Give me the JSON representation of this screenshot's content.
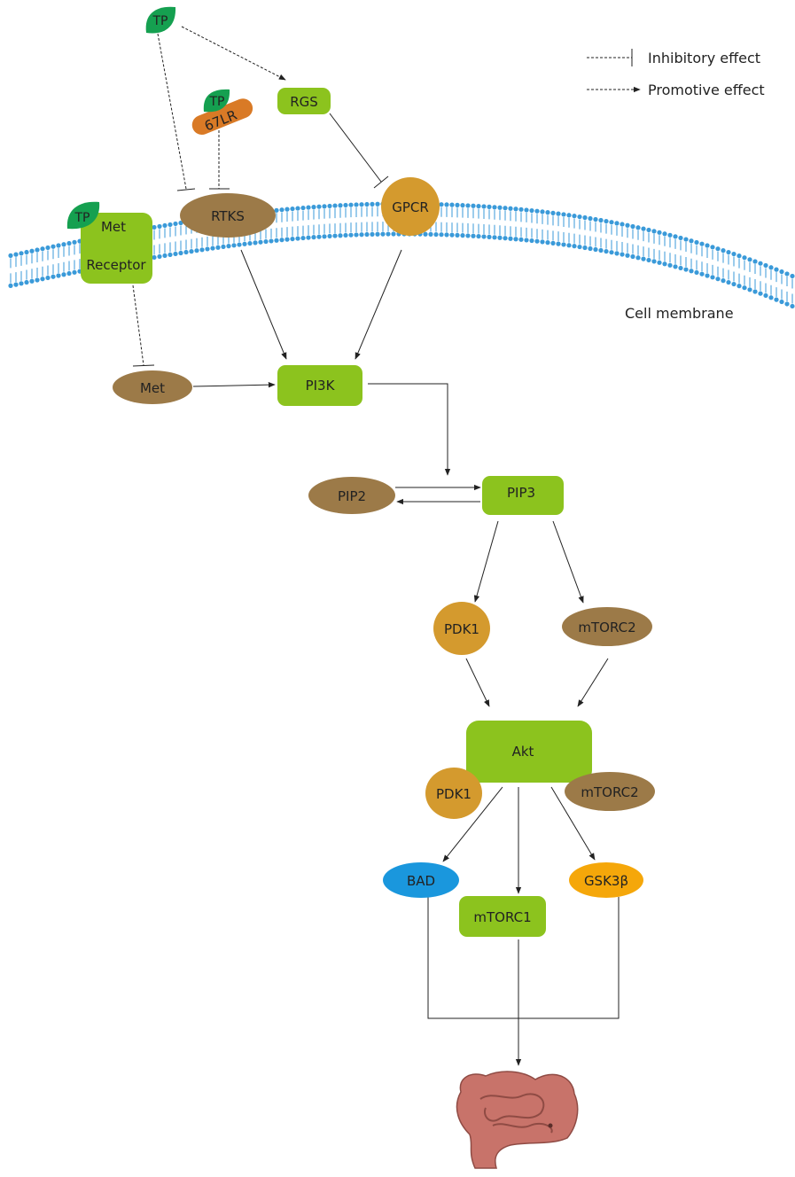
{
  "colors": {
    "green": "#8cc31e",
    "brown": "#9c7a48",
    "gold": "#d49a2e",
    "orange": "#d97a26",
    "blue": "#1a97dd",
    "yellow": "#f5a70a",
    "leaf": "#15a050",
    "membrane": "#3a9ad9",
    "intestine": "#c8736a"
  },
  "legend": {
    "inhibitory": "Inhibitory effect",
    "promotive": "Promotive effect"
  },
  "membrane_label": "Cell membrane",
  "nodes": {
    "tp_top": "TP",
    "tp_67lr": "TP",
    "lr67": "67LR",
    "tp_met": "TP",
    "rgs": "RGS",
    "rtks": "RTKS",
    "gpcr": "GPCR",
    "met_receptor_line1": "Met",
    "met_receptor_line2": "Receptor",
    "met": "Met",
    "pi3k": "PI3K",
    "pip2": "PIP2",
    "pip3": "PIP3",
    "pdk1": "PDK1",
    "mtorc2": "mTORC2",
    "akt": "Akt",
    "akt_pdk1": "PDK1",
    "akt_mtorc2": "mTORC2",
    "bad": "BAD",
    "mtorc1": "mTORC1",
    "gsk3b": "GSK3β"
  },
  "icons": {
    "target": "intestine-icon",
    "ligand": "leaf-icon"
  }
}
